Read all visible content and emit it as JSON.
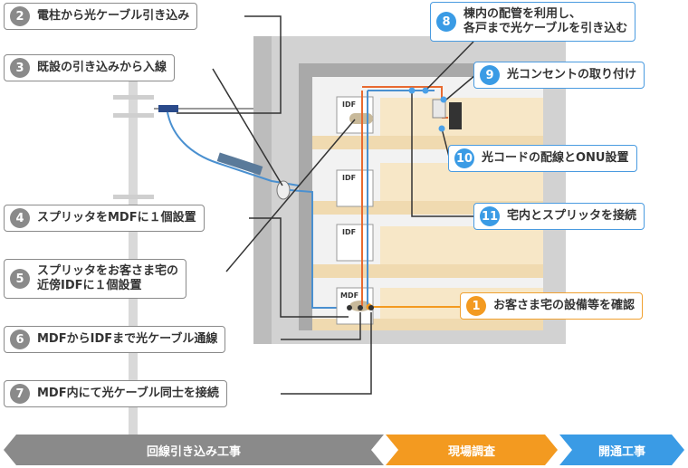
{
  "labels": {
    "l2": {
      "num": "2",
      "text": "電柱から光ケーブル引き込み"
    },
    "l3": {
      "num": "3",
      "text": "既設の引き込みから入線"
    },
    "l4": {
      "num": "4",
      "text": "スプリッタをMDFに１個設置"
    },
    "l5": {
      "num": "5",
      "line1": "スプリッタをお客さま宅の",
      "line2": "近傍IDFに１個設置"
    },
    "l6": {
      "num": "6",
      "text": "MDFからIDFまで光ケーブル通線"
    },
    "l7": {
      "num": "7",
      "text": "MDF内にて光ケーブル同士を接続"
    },
    "l8": {
      "num": "8",
      "line1": "棟内の配管を利用し、",
      "line2": "各戸まで光ケーブルを引き込む"
    },
    "l9": {
      "num": "9",
      "text": "光コンセントの取り付け"
    },
    "l10": {
      "num": "10",
      "text": "光コードの配線とONU設置"
    },
    "l11": {
      "num": "11",
      "text": "宅内とスプリッタを接続"
    },
    "l1": {
      "num": "1",
      "text": "お客さま宅の設備等を確認"
    }
  },
  "boxes": {
    "idf_top": "IDF",
    "idf_mid": "IDF",
    "idf_low": "IDF",
    "mdf": "MDF"
  },
  "phases": {
    "construction": "回線引き込み工事",
    "survey": "現場調査",
    "opening": "開通工事"
  },
  "colors": {
    "gray": "#8a8a8a",
    "blue": "#3a9be5",
    "orange": "#f39a20",
    "cable_blue": "#4a90d0",
    "cable_orange": "#e86a30"
  }
}
